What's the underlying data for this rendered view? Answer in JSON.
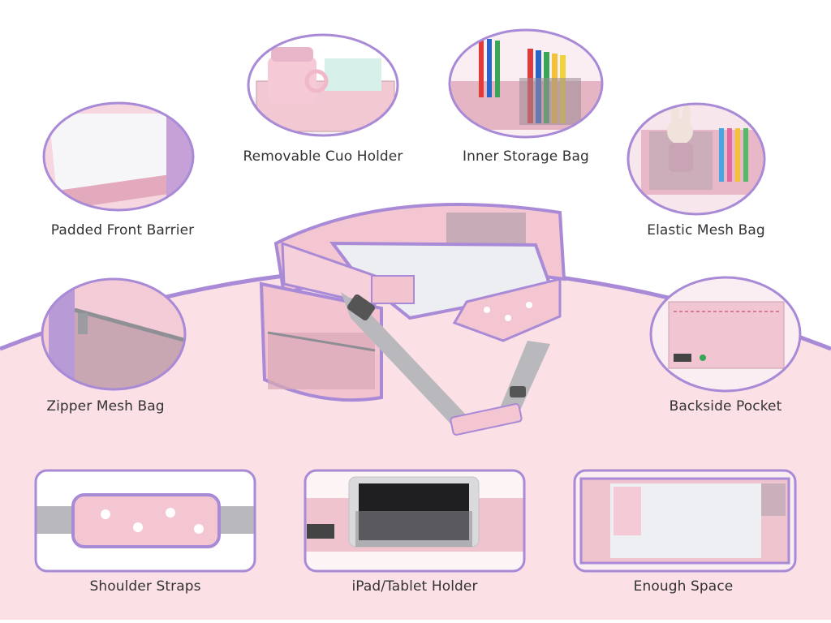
{
  "colors": {
    "background_pink": "#fbe0e6",
    "border_purple": "#a98ad6",
    "tray_pink": "#f0c4cf",
    "strap_gray": "#b9b9bd",
    "label_text": "#333333"
  },
  "features": [
    {
      "label": "Removable Cuo Holder"
    },
    {
      "label": "Inner Storage Bag"
    },
    {
      "label": "Padded Front Barrier"
    },
    {
      "label": "Elastic Mesh Bag"
    },
    {
      "label": "Zipper Mesh Bag"
    },
    {
      "label": "Backside Pocket"
    },
    {
      "label": "Shoulder Straps"
    },
    {
      "label": "iPad/Tablet Holder"
    },
    {
      "label": "Enough Space"
    }
  ]
}
